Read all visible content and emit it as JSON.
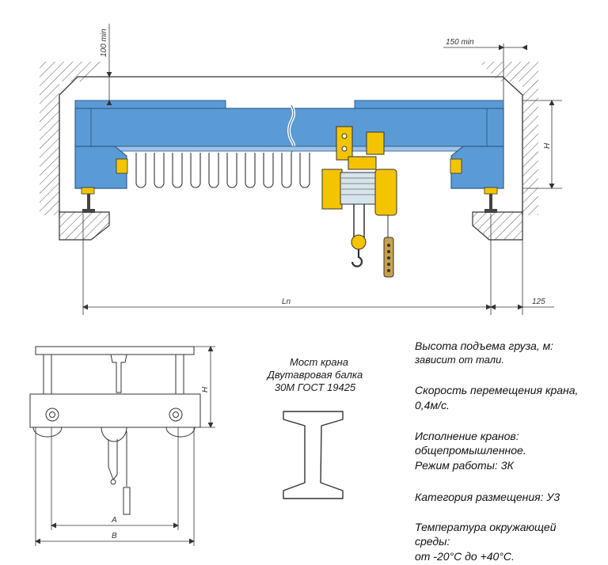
{
  "top_view": {
    "dim_100min": "100 min",
    "dim_150min": "150 min",
    "dim_H": "H",
    "dim_Ln": "Ln",
    "dim_125": "125"
  },
  "end_view": {
    "dim_H": "H",
    "dim_A": "A",
    "dim_B": "B"
  },
  "beam_note": {
    "line1": "Мост крана",
    "line2": "Двутавровая балка",
    "line3": "30М ГОСТ 19425"
  },
  "specs": {
    "lift_height_title": "Высота подъема груза, м:",
    "lift_height_value": "зависит от тали.",
    "speed_title": "Скорость перемещения крана,",
    "speed_value": "0,4м/с.",
    "execution_title": "Исполнение кранов:",
    "execution_value": "общепромышленное.",
    "mode": "Режим работы: 3К",
    "category": "Категория размещения: У3",
    "temp_line1": "Температура окружающей",
    "temp_line2": "среды:",
    "temp_line3": "от -20°С до +40°С."
  },
  "colors": {
    "crane_blue": "#5b9bd5",
    "crane_blue_dark": "#2f5f8a",
    "hoist_yellow": "#f5c400",
    "hatch": "#555555"
  }
}
